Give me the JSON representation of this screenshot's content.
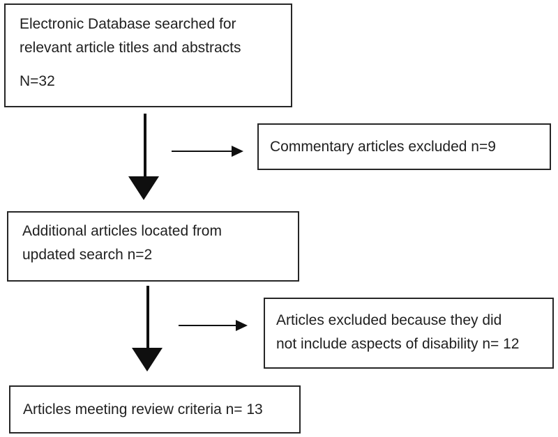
{
  "diagram": {
    "type": "flowchart",
    "boxes": {
      "source": {
        "text": "Electronic Database searched for\nrelevant article titles and abstracts",
        "count": "N=32"
      },
      "excluded_commentary": {
        "text": "Commentary articles excluded n=9"
      },
      "additional": {
        "text": "Additional articles located from\nupdated search n=2"
      },
      "excluded_disability": {
        "text": "Articles excluded because they did\nnot include aspects of disability n= 12"
      },
      "final": {
        "text": "Articles meeting review criteria n= 13"
      }
    },
    "colors": {
      "border": "#262626",
      "text": "#1f1f1f",
      "arrow": "#0f0f0f",
      "background": "#ffffff"
    }
  }
}
